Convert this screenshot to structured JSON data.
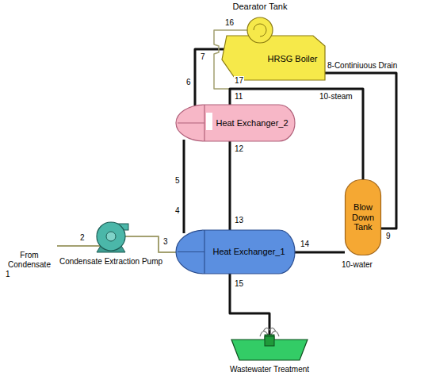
{
  "diagram": {
    "nodes": [
      {
        "text": [
          "Dearator Tank"
        ]
      },
      {
        "text": [
          "HRSG Boiler"
        ]
      },
      {
        "text": [
          "Heat Exchanger_2"
        ]
      },
      {
        "text": [
          "Blow Down Tank"
        ]
      },
      {
        "text": [
          "Heat Exchanger_1"
        ]
      },
      {
        "text": [
          "Condensate Extraction Pump"
        ]
      },
      {
        "text": [
          "Wastewater Treatment"
        ]
      }
    ],
    "edges": [
      {
        "from": 5,
        "to": 4,
        "arrow": "none"
      },
      {
        "from": 4,
        "to": 2,
        "arrow": "none"
      },
      {
        "from": 2,
        "to": 1,
        "arrow": "none"
      },
      {
        "from": 1,
        "to": 3,
        "arrow": "none"
      },
      {
        "from": 3,
        "to": 0,
        "arrow": "none"
      },
      {
        "from": 3,
        "to": 2,
        "arrow": "none"
      },
      {
        "from": 2,
        "to": 4,
        "arrow": "none"
      },
      {
        "from": 3,
        "to": 4,
        "arrow": "none"
      },
      {
        "from": 4,
        "to": 6,
        "arrow": "none"
      }
    ],
    "labels": [
      "From Condensate",
      "1",
      "2",
      "3",
      "4",
      "5",
      "6",
      "7",
      "8-Continiuous Drain",
      "9",
      "10-steam",
      "10-water",
      "11",
      "12",
      "13",
      "14",
      "15",
      "16",
      "17"
    ]
  }
}
